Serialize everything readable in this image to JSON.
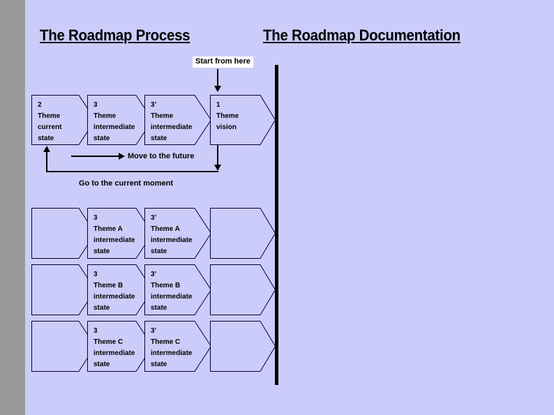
{
  "slide": {
    "background_color": "#ccccfa",
    "left_band_color": "#999999",
    "line_color": "#000000"
  },
  "headings": {
    "process": "The Roadmap Process",
    "documentation": "The Roadmap Documentation"
  },
  "callout": {
    "start_label": "Start from here"
  },
  "captions": {
    "move_future": "Move to the future",
    "go_current": "Go to the current moment"
  },
  "process_row": [
    {
      "number": "2",
      "text": "Theme\ncurrent\nstate"
    },
    {
      "number": "3",
      "text": "Theme\nintermediate\nstate"
    },
    {
      "number": "3’",
      "text": "Theme\nintermediate\nstate"
    },
    {
      "number": "1",
      "text": "Theme\nvision"
    }
  ],
  "doc_rows": [
    {
      "row_name": "theme-a",
      "cells": [
        {
          "number": "",
          "text": ""
        },
        {
          "number": "3",
          "text": "Theme A\nintermediate\nstate"
        },
        {
          "number": "3’",
          "text": "Theme A\nintermediate\nstate"
        },
        {
          "number": "",
          "text": ""
        }
      ]
    },
    {
      "row_name": "theme-b",
      "cells": [
        {
          "number": "",
          "text": ""
        },
        {
          "number": "3",
          "text": "Theme B\nintermediate\nstate"
        },
        {
          "number": "3’",
          "text": "Theme B\nintermediate\nstate"
        },
        {
          "number": "",
          "text": ""
        }
      ]
    },
    {
      "row_name": "theme-c",
      "cells": [
        {
          "number": "",
          "text": ""
        },
        {
          "number": "3",
          "text": "Theme C\nintermediate\nstate"
        },
        {
          "number": "3’",
          "text": "Theme C\nintermediate\nstate"
        },
        {
          "number": "",
          "text": ""
        }
      ]
    }
  ]
}
